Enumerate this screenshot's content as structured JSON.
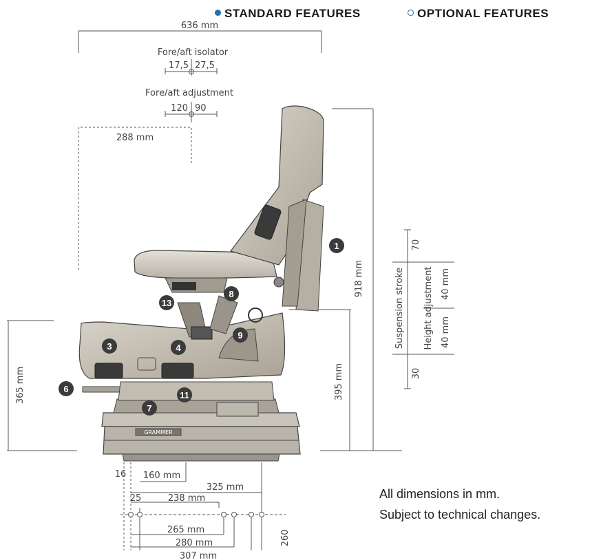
{
  "legend": {
    "standard": "STANDARD FEATURES",
    "optional": "OPTIONAL FEATURES",
    "standard_color": "#1f6fb5",
    "optional_color": "#1f6fb5"
  },
  "dims": {
    "width_total": "636 mm",
    "isolator_label": "Fore/aft isolator",
    "isolator_left": "17,5",
    "isolator_right": "27,5",
    "adjust_label": "Fore/aft adjustment",
    "adjust_left": "120",
    "adjust_right": "90",
    "top_depth": "288 mm",
    "height_total": "918 mm",
    "base_height": "365 mm",
    "rear_height": "395 mm",
    "b16": "16",
    "b160": "160 mm",
    "b325": "325 mm",
    "b25": "25",
    "b238": "238 mm",
    "b265": "265 mm",
    "b280": "280 mm",
    "b307": "307 mm",
    "b260": "260",
    "susp_70": "70",
    "susp_30": "30",
    "susp_label": "Suspension stroke",
    "height_adj_label": "Height adjustment",
    "ha_40a": "40 mm",
    "ha_40b": "40 mm"
  },
  "callouts": [
    "1",
    "3",
    "4",
    "6",
    "7",
    "8",
    "9",
    "11",
    "13"
  ],
  "brand": "GRAMMER",
  "notes": {
    "line1": "All dimensions in mm.",
    "line2": "Subject to technical changes."
  }
}
